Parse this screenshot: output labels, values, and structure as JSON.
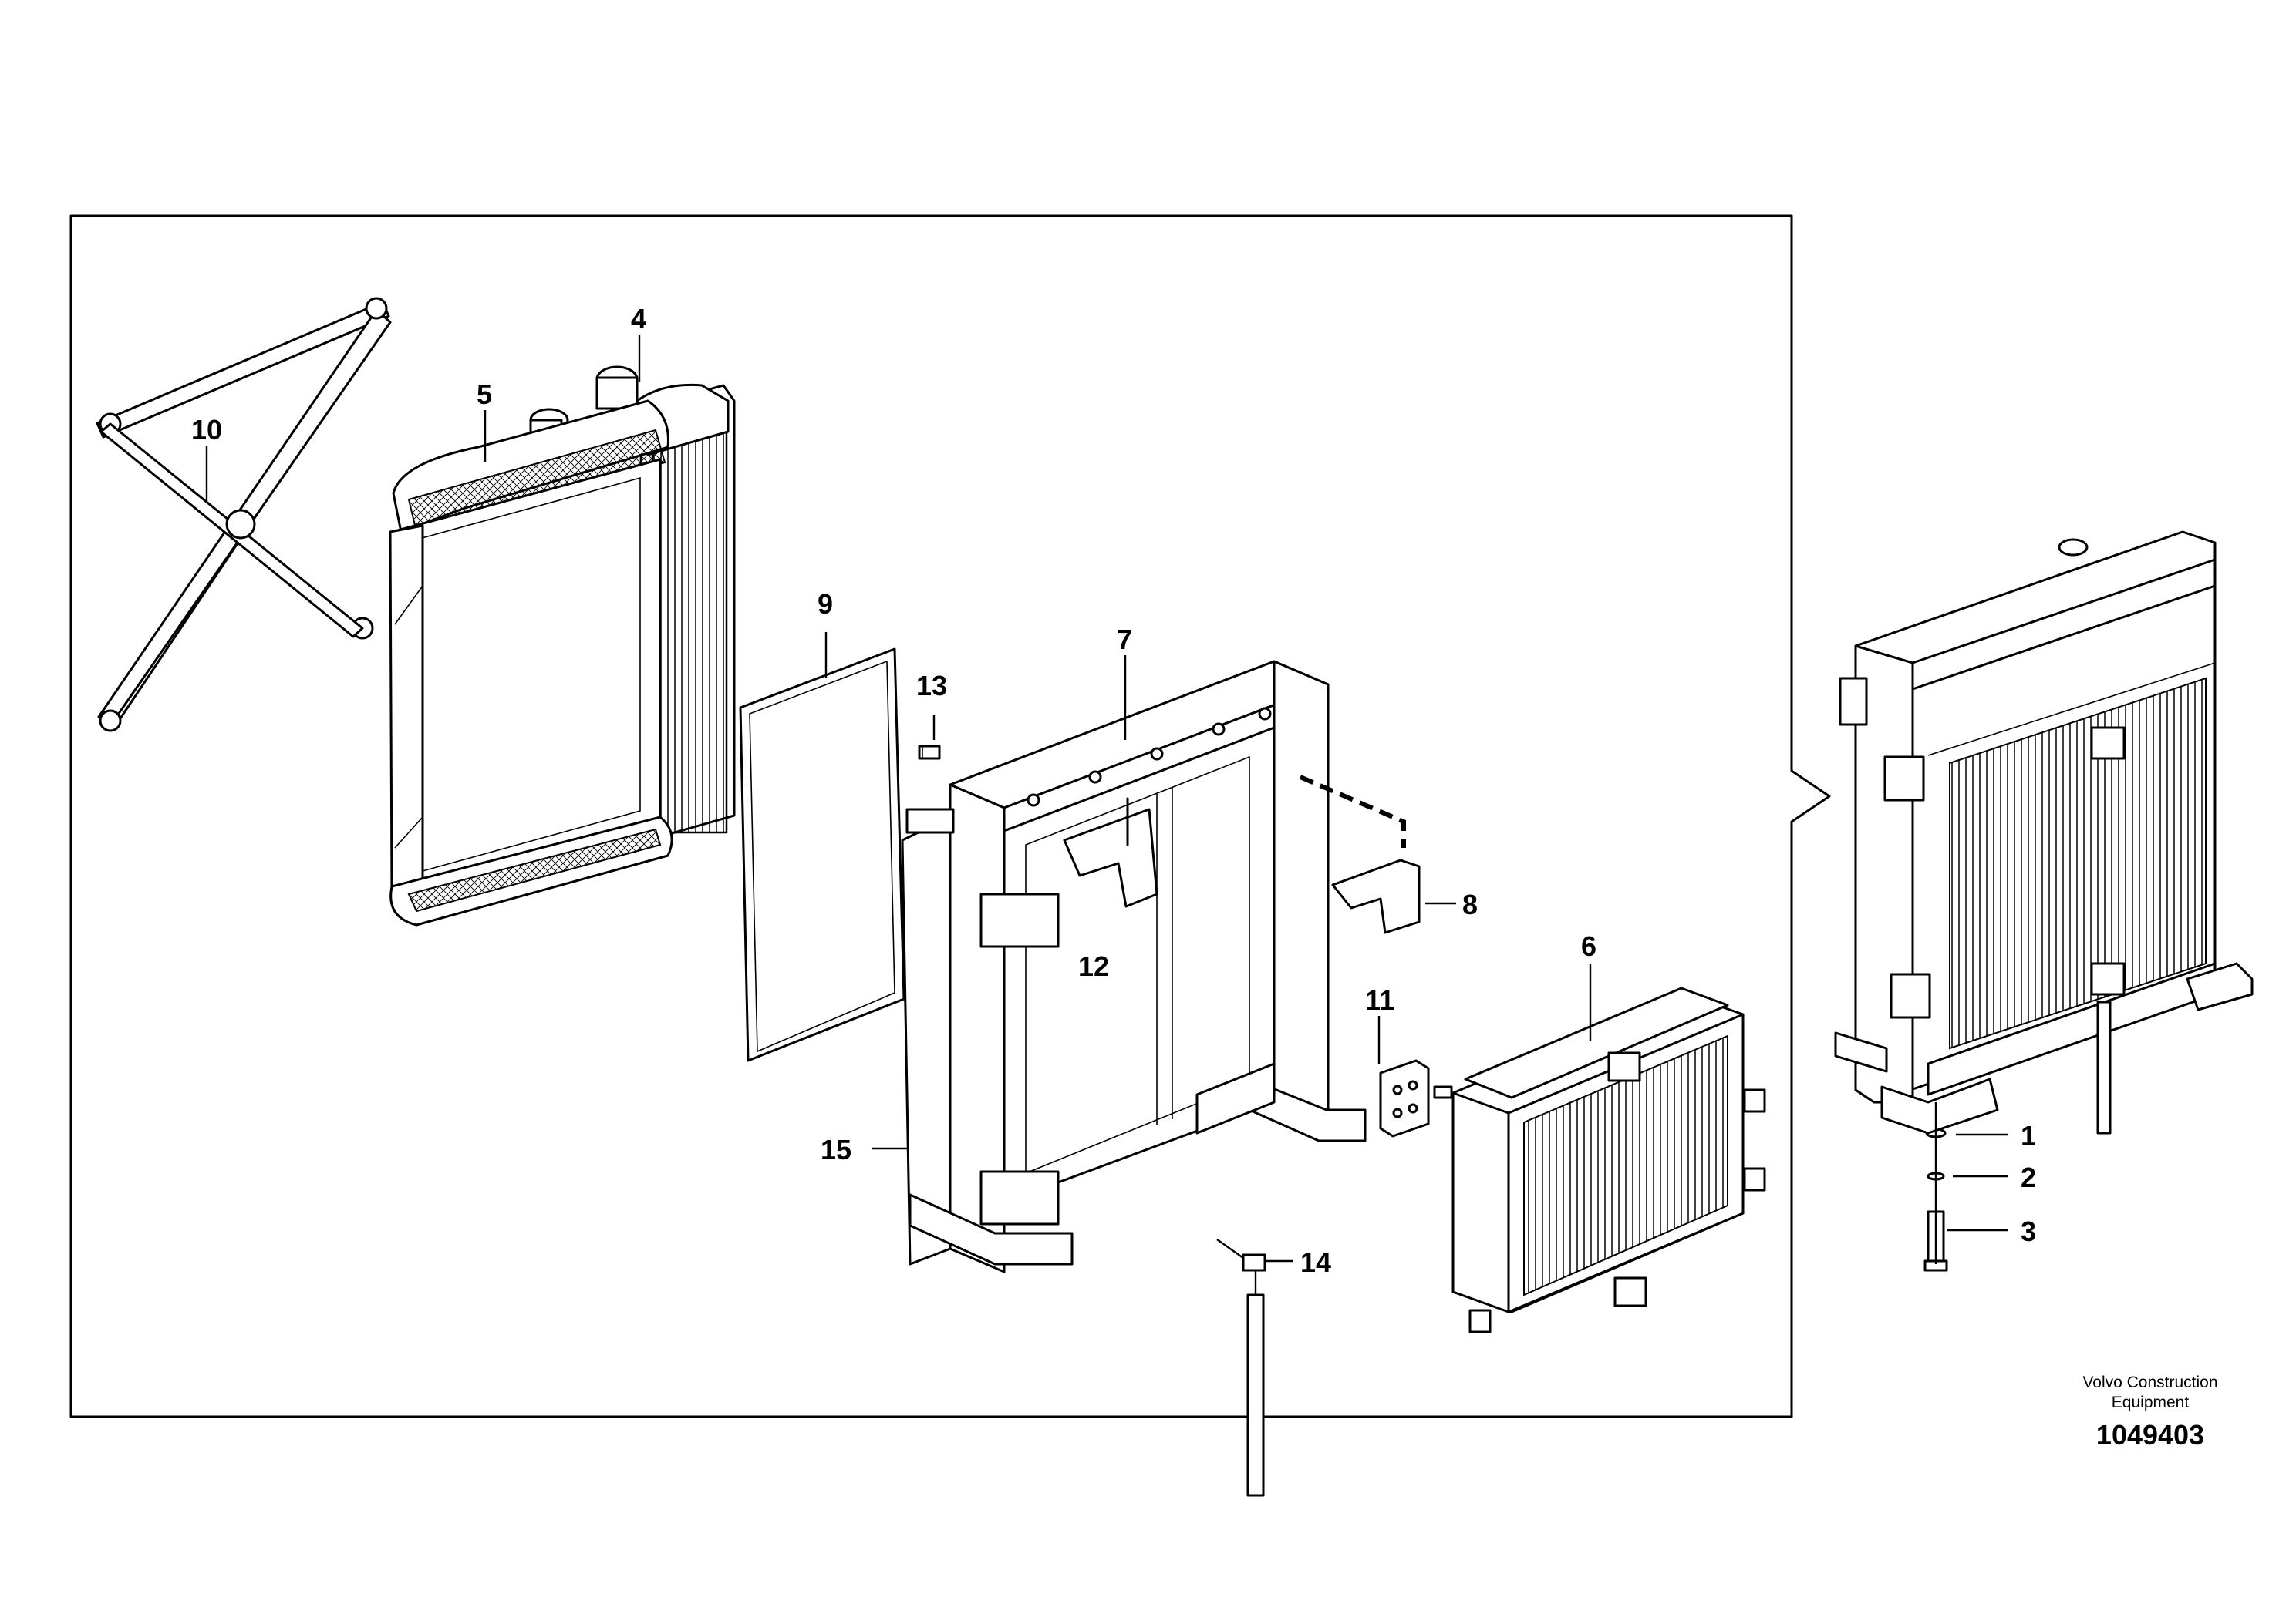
{
  "callouts": {
    "c1": "1",
    "c2": "2",
    "c3": "3",
    "c4": "4",
    "c5": "5",
    "c6": "6",
    "c7": "7",
    "c8": "8",
    "c9": "9",
    "c10": "10",
    "c11": "11",
    "c12": "12",
    "c13": "13",
    "c14": "14",
    "c15": "15"
  },
  "brand": {
    "line1": "Volvo Construction",
    "line2": "Equipment"
  },
  "document_number": "1049403"
}
